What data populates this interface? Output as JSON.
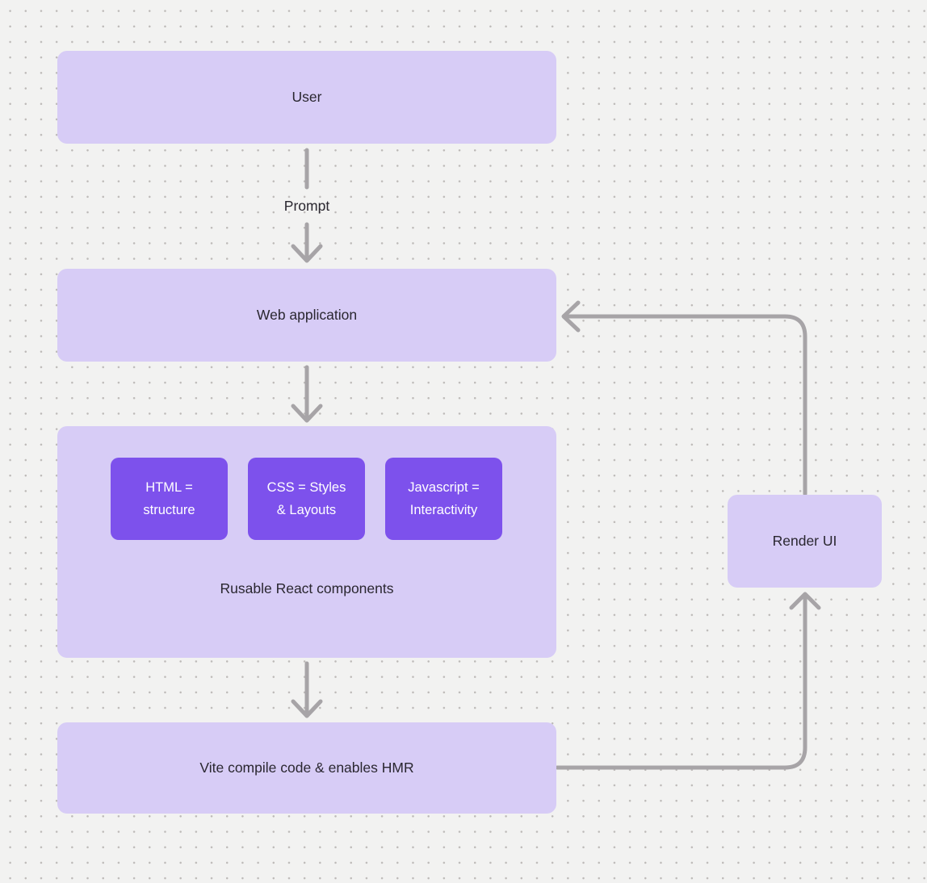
{
  "colors": {
    "canvas_bg": "#f2f2f1",
    "dot": "#bdbab8",
    "node_fill": "#d7ccf6",
    "chip_fill": "#7d51ec",
    "chip_text": "#ffffff",
    "text": "#2a2730",
    "connector": "#a7a4a7"
  },
  "nodes": {
    "user": {
      "label": "User"
    },
    "web_application": {
      "label": "Web application"
    },
    "components_group": {
      "caption": "Rusable React components",
      "chips": [
        {
          "label": "HTML =\nstructure"
        },
        {
          "label": "CSS = Styles\n& Layouts"
        },
        {
          "label": "Javascript =\nInteractivity"
        }
      ]
    },
    "vite": {
      "label": "Vite compile code & enables HMR"
    },
    "render_ui": {
      "label": "Render UI"
    }
  },
  "edges": {
    "user_to_webapp": {
      "label": "Prompt"
    }
  }
}
